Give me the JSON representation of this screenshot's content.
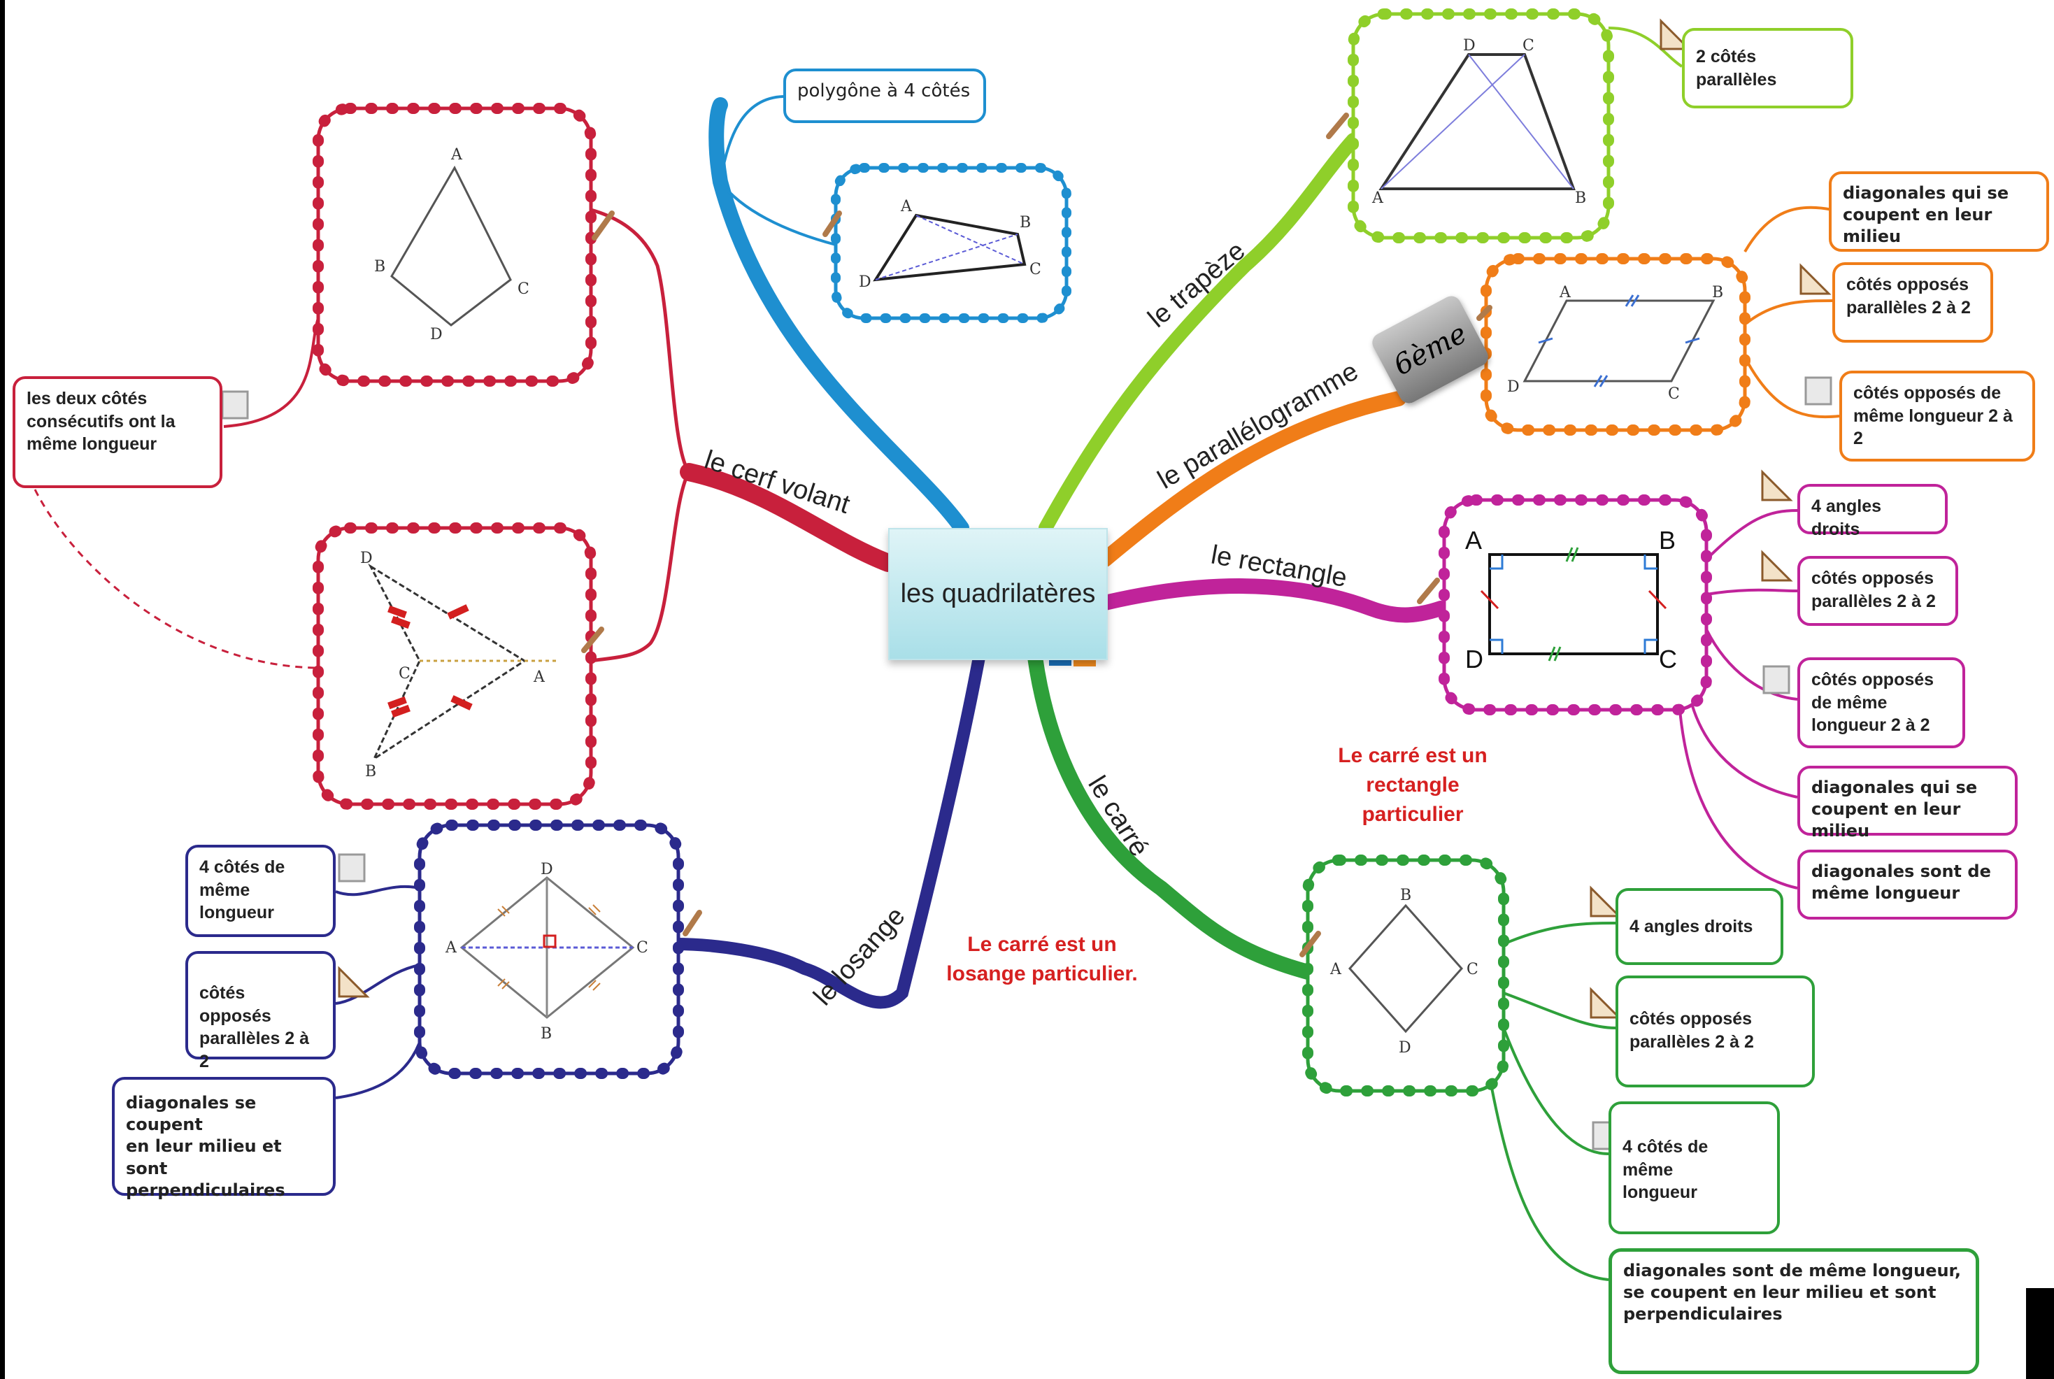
{
  "center": {
    "title": "les quadrilatères"
  },
  "badge": {
    "text": "6ème"
  },
  "branches": {
    "cerf_volant": "le cerf volant",
    "trapeze": "le trapèze",
    "parallelogramme": "le parallélogramme",
    "rectangle": "le rectangle",
    "carre": "le carré",
    "losange": "le losange"
  },
  "boxes": {
    "polygone": "polygône à 4 côtés",
    "cerf_cotes": "les deux côtés\nconsécutifs ont la\nmême longueur",
    "trapeze_cotes": "2 côtés parallèles",
    "para_diag": "diagonales qui se\ncoupent en leur milieu",
    "para_paralleles": "côtés opposés\nparallèles 2 à 2",
    "para_longueur": "côtés opposés de\nmême longueur 2 à 2",
    "rect_angles": "4 angles droits",
    "rect_paralleles": "côtés opposés\nparallèles 2 à 2",
    "rect_longueur": "côtés opposés\nde même\nlongueur 2 à 2",
    "rect_diag_milieu": "diagonales qui se\ncoupent en leur milieu",
    "rect_diag_longueur": "diagonales sont de\nmême longueur",
    "los_cotes": "4 côtés de\nmême\nlongueur",
    "los_paralleles": "côtés opposés\nparallèles 2 à 2",
    "los_diag": "diagonales se coupent\nen leur milieu et sont\nperpendiculaires",
    "carre_angles": "4 angles droits",
    "carre_paralleles": "côtés opposés\nparallèles 2 à 2",
    "carre_cotes": "4 côtés de\nmême\nlongueur",
    "carre_diag": "diagonales sont de même longueur,\nse coupent en leur milieu et sont\nperpendiculaires"
  },
  "notes": {
    "carre_rectangle": "Le carré est un\nrectangle\nparticulier",
    "carre_losange": "Le carré est un\nlosange particulier."
  },
  "figure_labels": {
    "cerf1": [
      "A",
      "B",
      "C",
      "D"
    ],
    "cerf2": [
      "D",
      "C",
      "A",
      "B"
    ],
    "poly": [
      "A",
      "B",
      "C",
      "D"
    ],
    "trapeze": [
      "D",
      "C",
      "A",
      "B"
    ],
    "para": [
      "A",
      "B",
      "C",
      "D"
    ],
    "rect": [
      "A",
      "B",
      "C",
      "D"
    ],
    "losange": [
      "D",
      "A",
      "C",
      "B"
    ],
    "carre": [
      "B",
      "A",
      "C",
      "D"
    ]
  },
  "colors": {
    "cerf": "#c8203c",
    "polygone": "#1e8fd0",
    "trapeze": "#8fcf2a",
    "para": "#f07d18",
    "rect": "#c0239a",
    "carre": "#2ea03a",
    "losange": "#2b2a8c",
    "note": "#d62020"
  }
}
